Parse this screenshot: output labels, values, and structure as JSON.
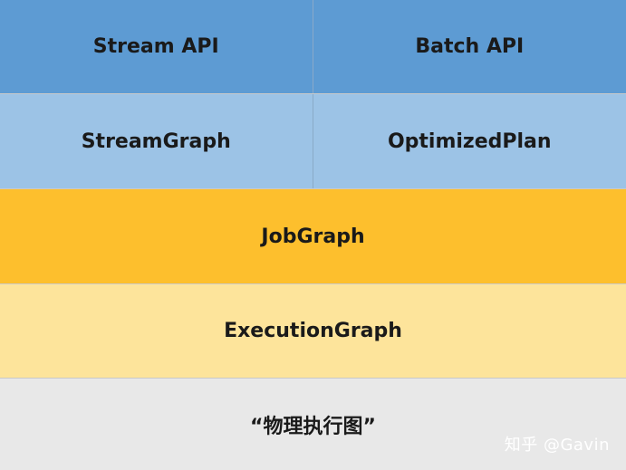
{
  "rows": {
    "api": {
      "left": "Stream API",
      "right": "Batch API"
    },
    "graph": {
      "left": "StreamGraph",
      "right": "OptimizedPlan"
    },
    "job": "JobGraph",
    "execution": "ExecutionGraph",
    "physical": "“物理执行图”"
  },
  "watermark": "知乎 @Gavin",
  "colors": {
    "api": "#5d9bd3",
    "graph": "#9cc3e6",
    "job": "#fdbf2d",
    "execution": "#fde49b",
    "physical": "#e8e8e8"
  }
}
